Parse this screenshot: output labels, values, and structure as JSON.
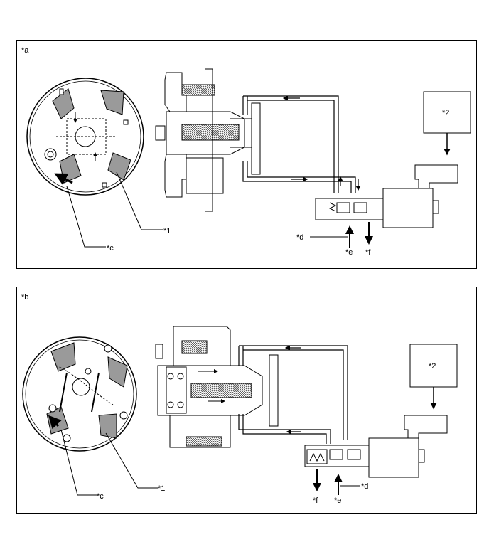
{
  "panel_a": {
    "tag": "*a",
    "labels": {
      "c": "*c",
      "one": "*1",
      "two": "*2",
      "d": "*d",
      "e": "*e",
      "f": "*f"
    }
  },
  "panel_b": {
    "tag": "*b",
    "labels": {
      "c": "*c",
      "one": "*1",
      "two": "*2",
      "d": "*d",
      "e": "*e",
      "f": "*f"
    }
  },
  "colors": {
    "line": "#000000",
    "shade": "#9a9a9a",
    "hatch": "#6e6e6e",
    "bg": "#ffffff"
  }
}
